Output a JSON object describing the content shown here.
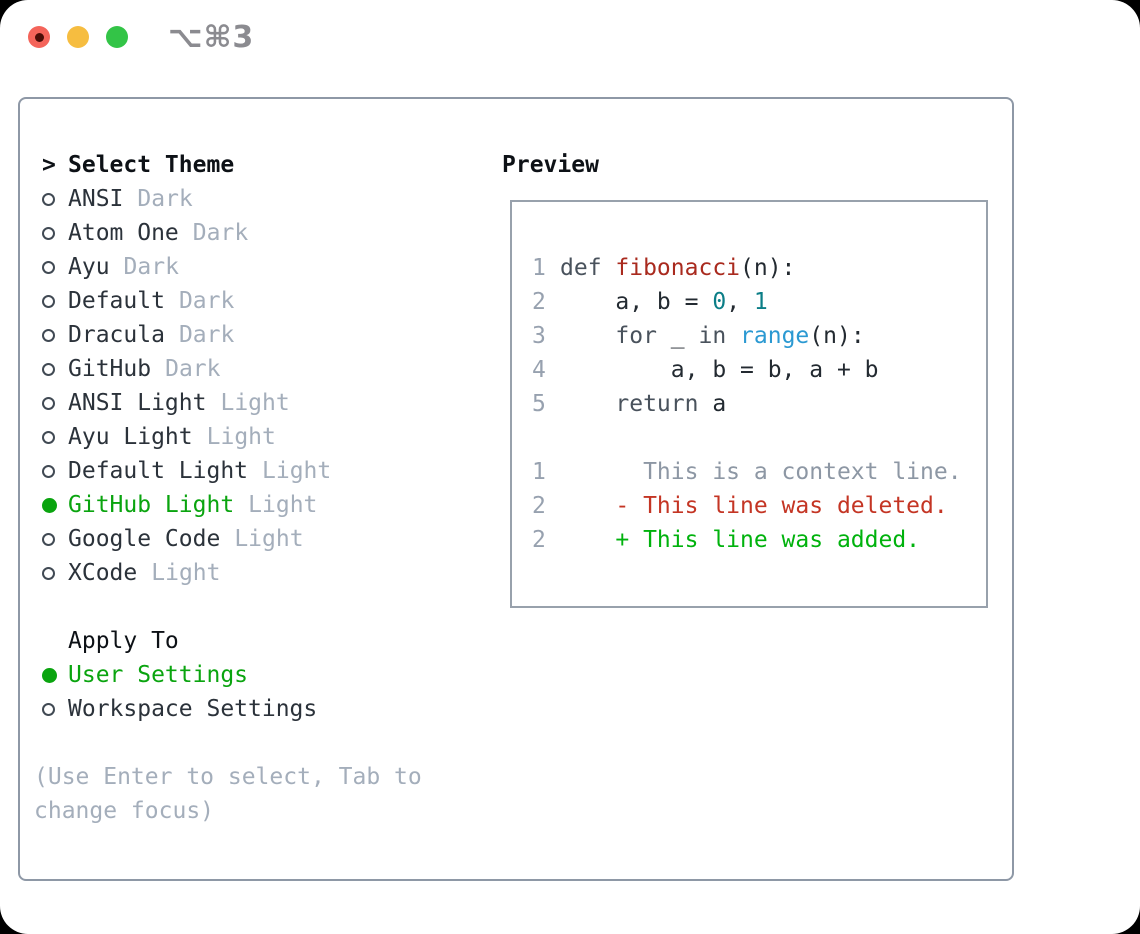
{
  "window": {
    "shortcut": "⌥⌘3"
  },
  "theme_picker": {
    "title_marker": ">",
    "title": "Select Theme",
    "items": [
      {
        "name": "ANSI",
        "variant": "Dark",
        "selected": false
      },
      {
        "name": "Atom One",
        "variant": "Dark",
        "selected": false
      },
      {
        "name": "Ayu",
        "variant": "Dark",
        "selected": false
      },
      {
        "name": "Default",
        "variant": "Dark",
        "selected": false
      },
      {
        "name": "Dracula",
        "variant": "Dark",
        "selected": false
      },
      {
        "name": "GitHub",
        "variant": "Dark",
        "selected": false
      },
      {
        "name": "ANSI Light",
        "variant": "Light",
        "selected": false
      },
      {
        "name": "Ayu Light",
        "variant": "Light",
        "selected": false
      },
      {
        "name": "Default Light",
        "variant": "Light",
        "selected": false
      },
      {
        "name": "GitHub Light",
        "variant": "Light",
        "selected": true
      },
      {
        "name": "Google Code",
        "variant": "Light",
        "selected": false
      },
      {
        "name": "XCode",
        "variant": "Light",
        "selected": false
      }
    ]
  },
  "apply_to": {
    "title": "Apply To",
    "options": [
      {
        "label": "User Settings",
        "selected": true
      },
      {
        "label": "Workspace Settings",
        "selected": false
      }
    ]
  },
  "help_text": "(Use Enter to select, Tab to change focus)",
  "preview": {
    "title": "Preview",
    "code": [
      {
        "no": "1",
        "segments": [
          {
            "t": "def ",
            "c": "kw"
          },
          {
            "t": "fibonacci",
            "c": "fn"
          },
          {
            "t": "(n):",
            "c": "pl"
          }
        ]
      },
      {
        "no": "2",
        "segments": [
          {
            "t": "    a, b = ",
            "c": "pl"
          },
          {
            "t": "0",
            "c": "num"
          },
          {
            "t": ", ",
            "c": "pl"
          },
          {
            "t": "1",
            "c": "num"
          }
        ]
      },
      {
        "no": "3",
        "segments": [
          {
            "t": "    ",
            "c": "pl"
          },
          {
            "t": "for",
            "c": "kw"
          },
          {
            "t": " _ ",
            "c": "pl"
          },
          {
            "t": "in",
            "c": "kw"
          },
          {
            "t": " ",
            "c": "pl"
          },
          {
            "t": "range",
            "c": "call"
          },
          {
            "t": "(n):",
            "c": "pl"
          }
        ]
      },
      {
        "no": "4",
        "segments": [
          {
            "t": "        a, b = b, a + b",
            "c": "pl"
          }
        ]
      },
      {
        "no": "5",
        "segments": [
          {
            "t": "    ",
            "c": "pl"
          },
          {
            "t": "return",
            "c": "kw"
          },
          {
            "t": " a",
            "c": "pl"
          }
        ]
      }
    ],
    "diff": [
      {
        "no": "1",
        "kind": "context",
        "text": "      This is a context line."
      },
      {
        "no": "2",
        "kind": "deleted",
        "text": "    - This line was deleted."
      },
      {
        "no": "2",
        "kind": "added",
        "text": "    + This line was added."
      }
    ]
  },
  "colors": {
    "selection_green": "#0aa40f",
    "added_green": "#00b20d",
    "deleted_red": "#c43524",
    "function_red": "#a92a1e",
    "number_teal": "#0b7e87",
    "call_blue": "#2b99d2",
    "muted_gray": "#a4aebb",
    "panel_border": "#8e98a6",
    "traffic_red": "#f4645a",
    "traffic_yellow": "#f6bd40",
    "traffic_green": "#33c447"
  }
}
